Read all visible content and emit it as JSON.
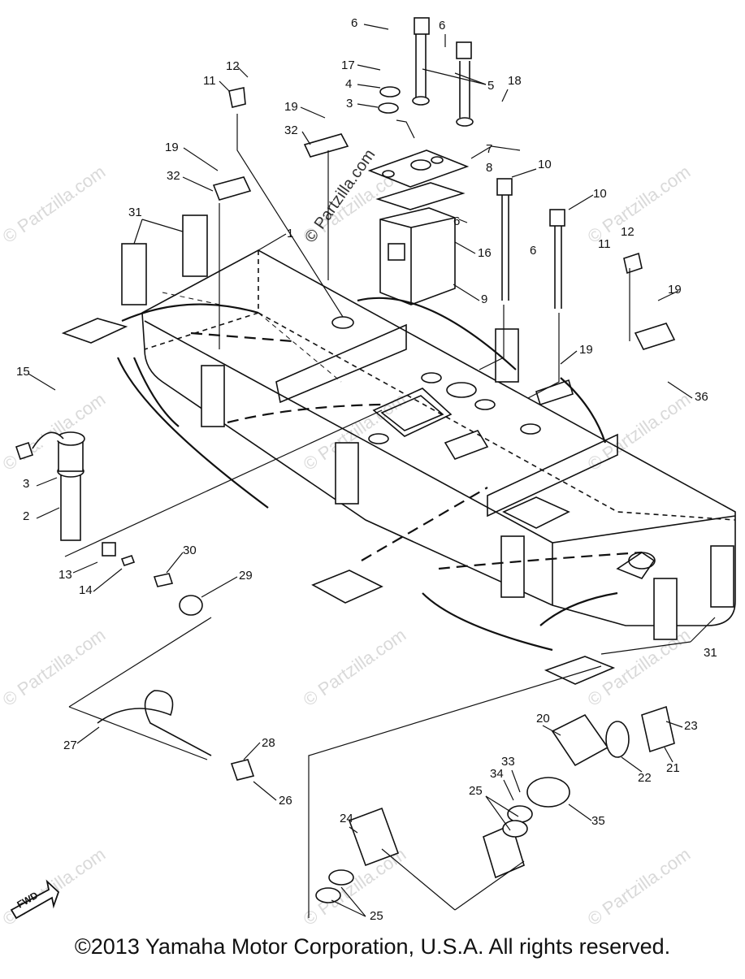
{
  "watermark": "© Partzilla.com",
  "fwd_label": "FWD",
  "copyright": "©2013  Yamaha Motor Corporation, U.S.A. All rights reserved.",
  "callouts": [
    "6",
    "6",
    "5",
    "17",
    "4",
    "3",
    "18",
    "11",
    "12",
    "19",
    "32",
    "7",
    "8",
    "10",
    "10",
    "19",
    "32",
    "31",
    "1",
    "16",
    "6",
    "6",
    "9",
    "12",
    "11",
    "19",
    "15",
    "19",
    "36",
    "3",
    "2",
    "13",
    "14",
    "30",
    "29",
    "31",
    "27",
    "28",
    "26",
    "20",
    "23",
    "33",
    "34",
    "25",
    "22",
    "21",
    "35",
    "24",
    "25"
  ]
}
